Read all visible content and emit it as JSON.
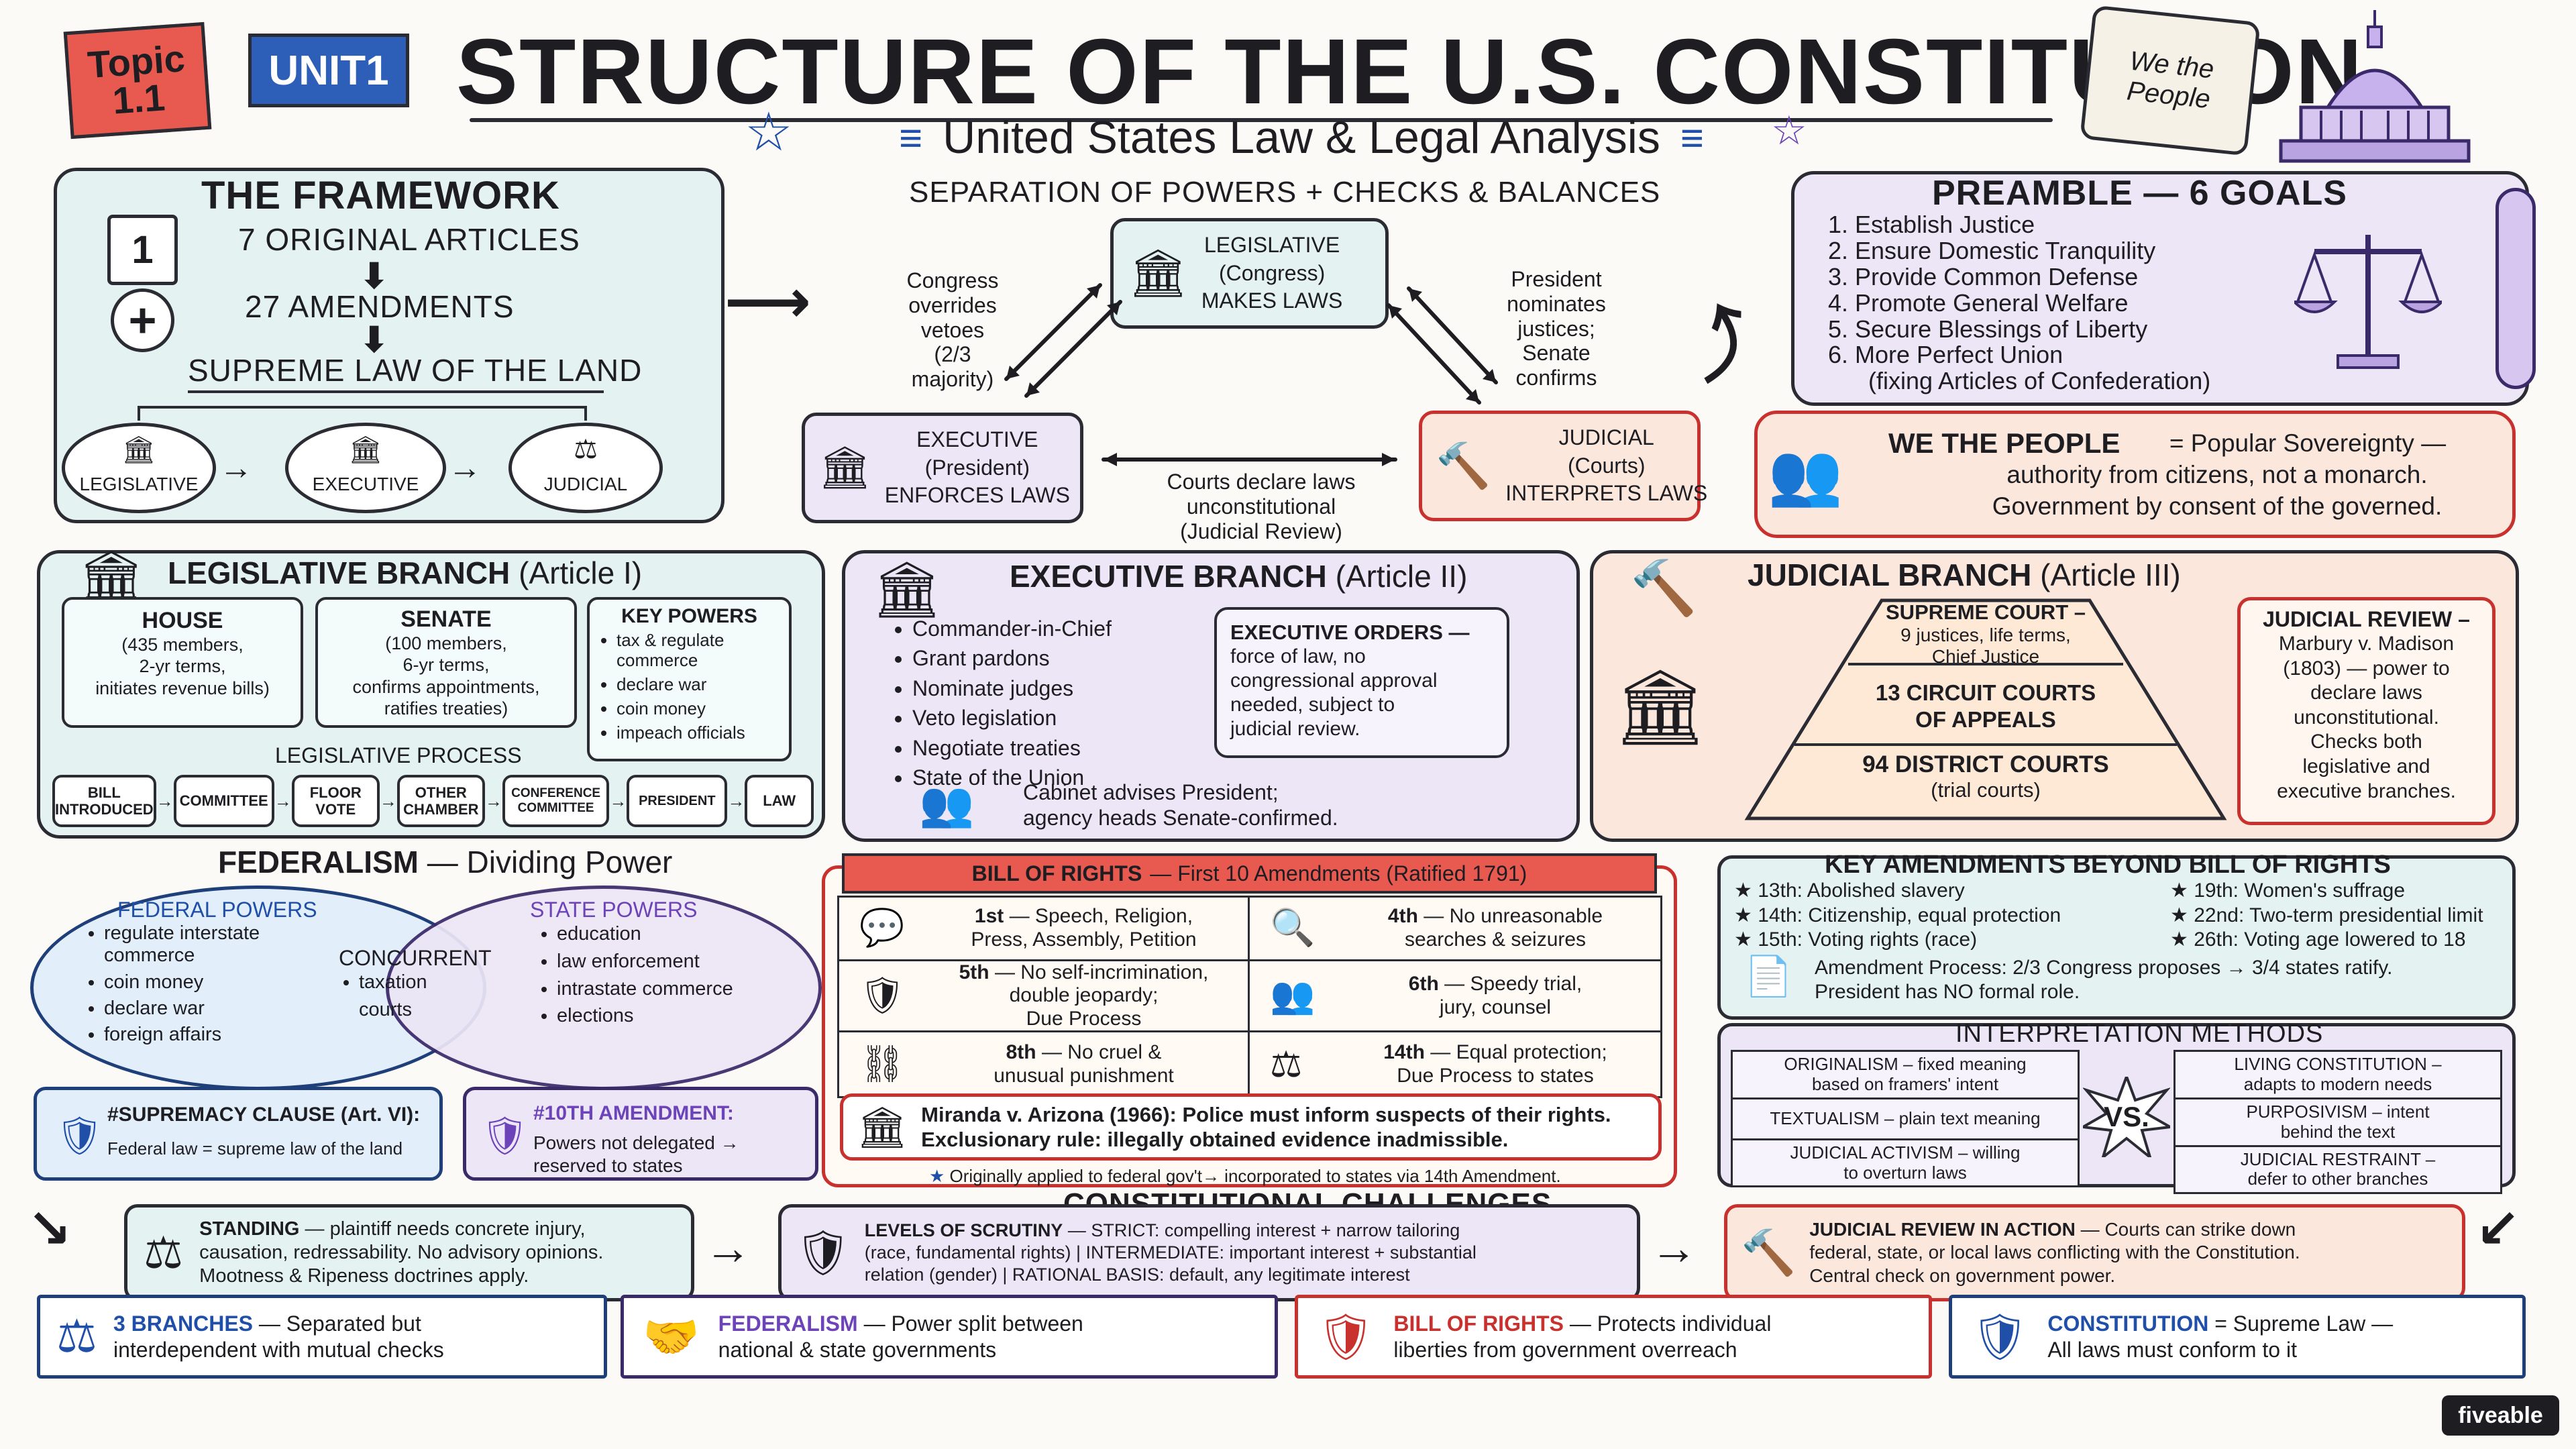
{
  "header": {
    "topic_badge": "Topic\n1.1",
    "unit_badge": "UNIT1",
    "title": "STRUCTURE OF THE U.S. CONSTITUTION",
    "subtitle": "United States Law & Legal Analysis",
    "scroll_text": "We the\nPeople"
  },
  "framework": {
    "title": "THE FRAMEWORK",
    "doc_number": "1",
    "articles": "7 ORIGINAL ARTICLES",
    "amendments": "27 AMENDMENTS",
    "supreme": "SUPREME LAW OF THE LAND",
    "branches": [
      "LEGISLATIVE",
      "EXECUTIVE",
      "JUDICIAL"
    ]
  },
  "separation": {
    "title": "SEPARATION OF POWERS + CHECKS & BALANCES",
    "legislative": "LEGISLATIVE\n(Congress)\nMAKES LAWS",
    "executive": "EXECUTIVE\n(President)\nENFORCES LAWS",
    "judicial": "JUDICIAL\n(Courts)\nINTERPRETS LAWS",
    "note_left": "Congress\noverrides\nvetoes\n(2/3\nmajority)",
    "note_right": "President\nnominates\njustices;\nSenate\nconfirms",
    "note_bottom": "Courts declare laws\nunconstitutional\n(Judicial Review)"
  },
  "preamble": {
    "title": "PREAMBLE — 6 GOALS",
    "goals": [
      "1.  Establish Justice",
      "2.  Ensure Domestic Tranquility",
      "3.  Provide Common Defense",
      "4.  Promote General Welfare",
      "5.  Secure Blessings of Liberty",
      "6.  More Perfect Union"
    ],
    "goal_note": "(fixing Articles of Confederation)"
  },
  "people": {
    "title": "WE THE PEOPLE",
    "text": "= Popular Sovereignty —\nauthority from citizens, not a monarch.\nGovernment by consent of the governed."
  },
  "legislative_branch": {
    "title": "LEGISLATIVE BRANCH",
    "article": "(Article I)",
    "house_title": "HOUSE",
    "house_text": "(435 members,\n2-yr terms,\ninitiates revenue bills)",
    "senate_title": "SENATE",
    "senate_text": "(100 members,\n6-yr terms,\nconfirms appointments,\nratifies treaties)",
    "powers_title": "KEY POWERS",
    "powers": [
      "tax & regulate commerce",
      "declare war",
      "coin money",
      "impeach officials"
    ],
    "process_title": "LEGISLATIVE PROCESS",
    "process": [
      "BILL\nINTRODUCED",
      "COMMITTEE",
      "FLOOR\nVOTE",
      "OTHER\nCHAMBER",
      "CONFERENCE\nCOMMITTEE",
      "PRESIDENT",
      "LAW"
    ]
  },
  "executive_branch": {
    "title": "EXECUTIVE BRANCH",
    "article": "(Article II)",
    "items": [
      "Commander-in-Chief",
      "Grant pardons",
      "Nominate judges",
      "Veto legislation",
      "Negotiate treaties",
      "State of the Union"
    ],
    "orders_title": "EXECUTIVE ORDERS —",
    "orders_text": "force of law, no\ncongressional approval\nneeded, subject to\njudicial review.",
    "cabinet": "Cabinet advises President;\nagency heads Senate-confirmed."
  },
  "judicial_branch": {
    "title": "JUDICIAL BRANCH",
    "article": "(Article III)",
    "supreme_title": "SUPREME COURT –",
    "supreme_text": "9 justices, life terms,\nChief Justice",
    "circuit": "13 CIRCUIT COURTS\nOF APPEALS",
    "district_title": "94 DISTRICT COURTS",
    "district_text": "(trial courts)",
    "review_title": "JUDICIAL REVIEW –",
    "review_text": "Marbury v. Madison\n(1803) — power to\ndeclare laws\nunconstitutional.\nChecks both\nlegislative and\nexecutive branches."
  },
  "federalism": {
    "title": "FEDERALISM",
    "subtitle": "— Dividing Power",
    "federal_title": "FEDERAL POWERS",
    "federal": [
      "regulate interstate commerce",
      "coin money",
      "declare war",
      "foreign affairs"
    ],
    "concurrent_title": "CONCURRENT",
    "concurrent": [
      "taxation",
      "courts"
    ],
    "state_title": "STATE POWERS",
    "state": [
      "education",
      "law enforcement",
      "intrastate commerce",
      "elections"
    ],
    "supremacy_title": "#SUPREMACY CLAUSE (Art. VI):",
    "supremacy_text": "Federal law = supreme law of the land",
    "tenth_title": "#10TH AMENDMENT:",
    "tenth_text": "Powers not delegated →\nreserved to states"
  },
  "bill_of_rights": {
    "title": "BILL OF RIGHTS",
    "subtitle": "— First 10 Amendments (Ratified 1791)",
    "cells": [
      {
        "icon": "speech-bubble-icon",
        "label": "1st",
        "text": "— Speech, Religion,\nPress, Assembly, Petition"
      },
      {
        "icon": "magnifier-icon",
        "label": "4th",
        "text": "— No unreasonable\nsearches & seizures"
      },
      {
        "icon": "shield-icon",
        "label": "5th",
        "text": "— No self-incrimination,\ndouble jeopardy;\nDue Process"
      },
      {
        "icon": "people-icon",
        "label": "6th",
        "text": "— Speedy trial,\njury, counsel"
      },
      {
        "icon": "handcuffs-icon",
        "label": "8th",
        "text": "— No cruel &\nunusual punishment"
      },
      {
        "icon": "scales-icon",
        "label": "14th",
        "text": "— Equal protection;\nDue Process to states"
      }
    ],
    "miranda": "Miranda v. Arizona (1966): Police must inform suspects of their rights.\nExclusionary rule: illegally obtained evidence inadmissible.",
    "footnote": "Originally applied to federal gov't→ incorporated to states via 14th Amendment."
  },
  "key_amendments": {
    "title": "KEY AMENDMENTS BEYOND BILL OF RIGHTS",
    "left": [
      "13th: Abolished slavery",
      "14th: Citizenship, equal protection",
      "15th: Voting rights (race)"
    ],
    "right": [
      "19th: Women's suffrage",
      "22nd: Two-term presidential limit",
      "26th: Voting age lowered to 18"
    ],
    "process": "Amendment Process: 2/3 Congress proposes → 3/4 states ratify.\nPresident has NO formal role."
  },
  "interpretation": {
    "title": "INTERPRETATION METHODS",
    "left": [
      "ORIGINALISM – fixed meaning\nbased on framers' intent",
      "TEXTUALISM – plain text meaning",
      "JUDICIAL ACTIVISM – willing\nto overturn laws"
    ],
    "vs": "VS.",
    "right": [
      "LIVING CONSTITUTION –\nadapts to modern needs",
      "PURPOSIVISM – intent\nbehind the text",
      "JUDICIAL RESTRAINT –\ndefer to other branches"
    ]
  },
  "challenges": {
    "title": "CONSTITUTIONAL CHALLENGES",
    "standing_title": "STANDING",
    "standing_text": "— plaintiff needs concrete injury,\ncausation, redressability. No advisory opinions.\nMootness & Ripeness doctrines apply.",
    "scrutiny_title": "LEVELS OF SCRUTINY",
    "scrutiny_text": "— STRICT: compelling interest + narrow tailoring\n(race, fundamental rights) | INTERMEDIATE: important interest + substantial\nrelation (gender) | RATIONAL BASIS: default, any legitimate interest",
    "review_title": "JUDICIAL REVIEW IN ACTION",
    "review_text": "— Courts can strike down\nfederal, state, or local laws conflicting with the Constitution.\nCentral check on government power."
  },
  "footer": [
    {
      "title": "3 BRANCHES",
      "text": "— Separated but\ninterdependent with mutual checks"
    },
    {
      "title": "FEDERALISM",
      "text": "— Power split between\nnational & state governments"
    },
    {
      "title": "BILL OF RIGHTS",
      "text": "— Protects individual\nliberties from government overreach"
    },
    {
      "title": "CONSTITUTION",
      "text": "= Supreme Law —\nAll laws must conform to it"
    }
  ],
  "brand": "fiveable",
  "colors": {
    "teal": "#e4f2f1",
    "lavender": "#ece6f6",
    "peach": "#fbe7dc",
    "red": "#c9312e",
    "blue": "#1f4fa8",
    "purple": "#6c43b8"
  }
}
